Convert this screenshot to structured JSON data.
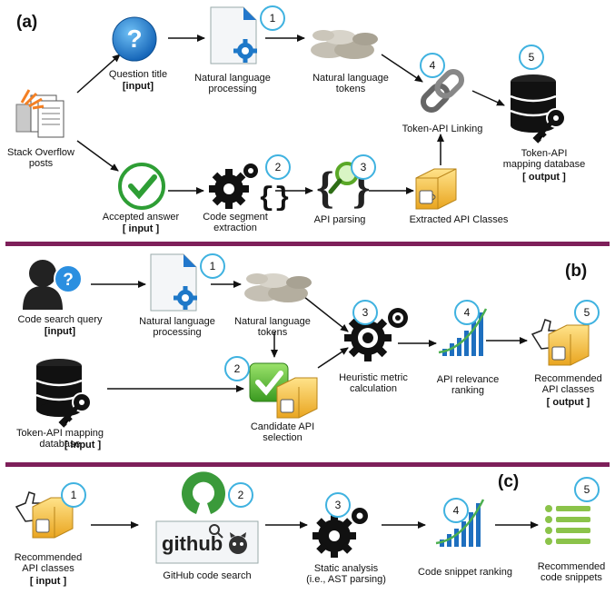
{
  "panels": {
    "a": {
      "label": "(a)",
      "so_posts": "Stack Overflow\nposts",
      "question_title": "Question title",
      "question_input": "[input]",
      "nlp": "Natural language\nprocessing",
      "tokens": "Natural language\ntokens",
      "linking": "Token-API Linking",
      "mapping_db": "Token-API\nmapping database",
      "mapping_output": "[ output ]",
      "accepted": "Accepted answer",
      "accepted_input": "[ input ]",
      "code_seg": "Code segment\nextraction",
      "api_parsing": "API parsing",
      "extracted": "Extracted API Classes",
      "steps": [
        "1",
        "2",
        "3",
        "4",
        "5"
      ]
    },
    "b": {
      "label": "(b)",
      "query": "Code search query",
      "query_input": "[input]",
      "nlp": "Natural language\nprocessing",
      "tokens": "Natural language\ntokens",
      "heuristic": "Heuristic metric\ncalculation",
      "relevance": "API relevance\nranking",
      "recommended": "Recommended\nAPI classes",
      "recommended_output": "[ output ]",
      "mapping_db": "Token-API mapping\ndatabase",
      "mapping_input": "[ input ]",
      "candidate": "Candidate API\nselection",
      "steps": [
        "1",
        "2",
        "3",
        "4",
        "5"
      ]
    },
    "c": {
      "label": "(c)",
      "recommended": "Recommended\nAPI classes",
      "recommended_input": "[ input ]",
      "github_search": "GitHub code search",
      "github_logo": "github",
      "static": "Static analysis\n(i.e., AST parsing)",
      "snippet_rank": "Code snippet ranking",
      "rec_snippets": "Recommended\ncode snippets",
      "steps": [
        "1",
        "2",
        "3",
        "4",
        "5"
      ]
    }
  },
  "colors": {
    "divider": "#7e1f5a",
    "step_circle": "#3fb2e0",
    "question_blue": "#1f7fcf",
    "check_green": "#2e9e35",
    "box_gold": "#f2b632",
    "magnifier_green": "#5aa827",
    "list_green": "#8bc34a"
  }
}
